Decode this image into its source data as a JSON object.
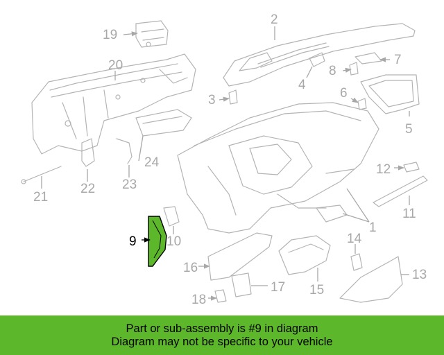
{
  "diagram": {
    "highlight_color": "#5cb82a",
    "highlighted_part": "9",
    "callouts": [
      "1",
      "2",
      "3",
      "4",
      "5",
      "6",
      "7",
      "8",
      "9",
      "10",
      "11",
      "12",
      "13",
      "14",
      "15",
      "16",
      "17",
      "18",
      "19",
      "20",
      "21",
      "22",
      "23",
      "24"
    ]
  },
  "footer": {
    "line1": "Part or sub-assembly is #9 in diagram",
    "line2": "Diagram may not be specific to your vehicle",
    "background": "#5cb82a"
  }
}
